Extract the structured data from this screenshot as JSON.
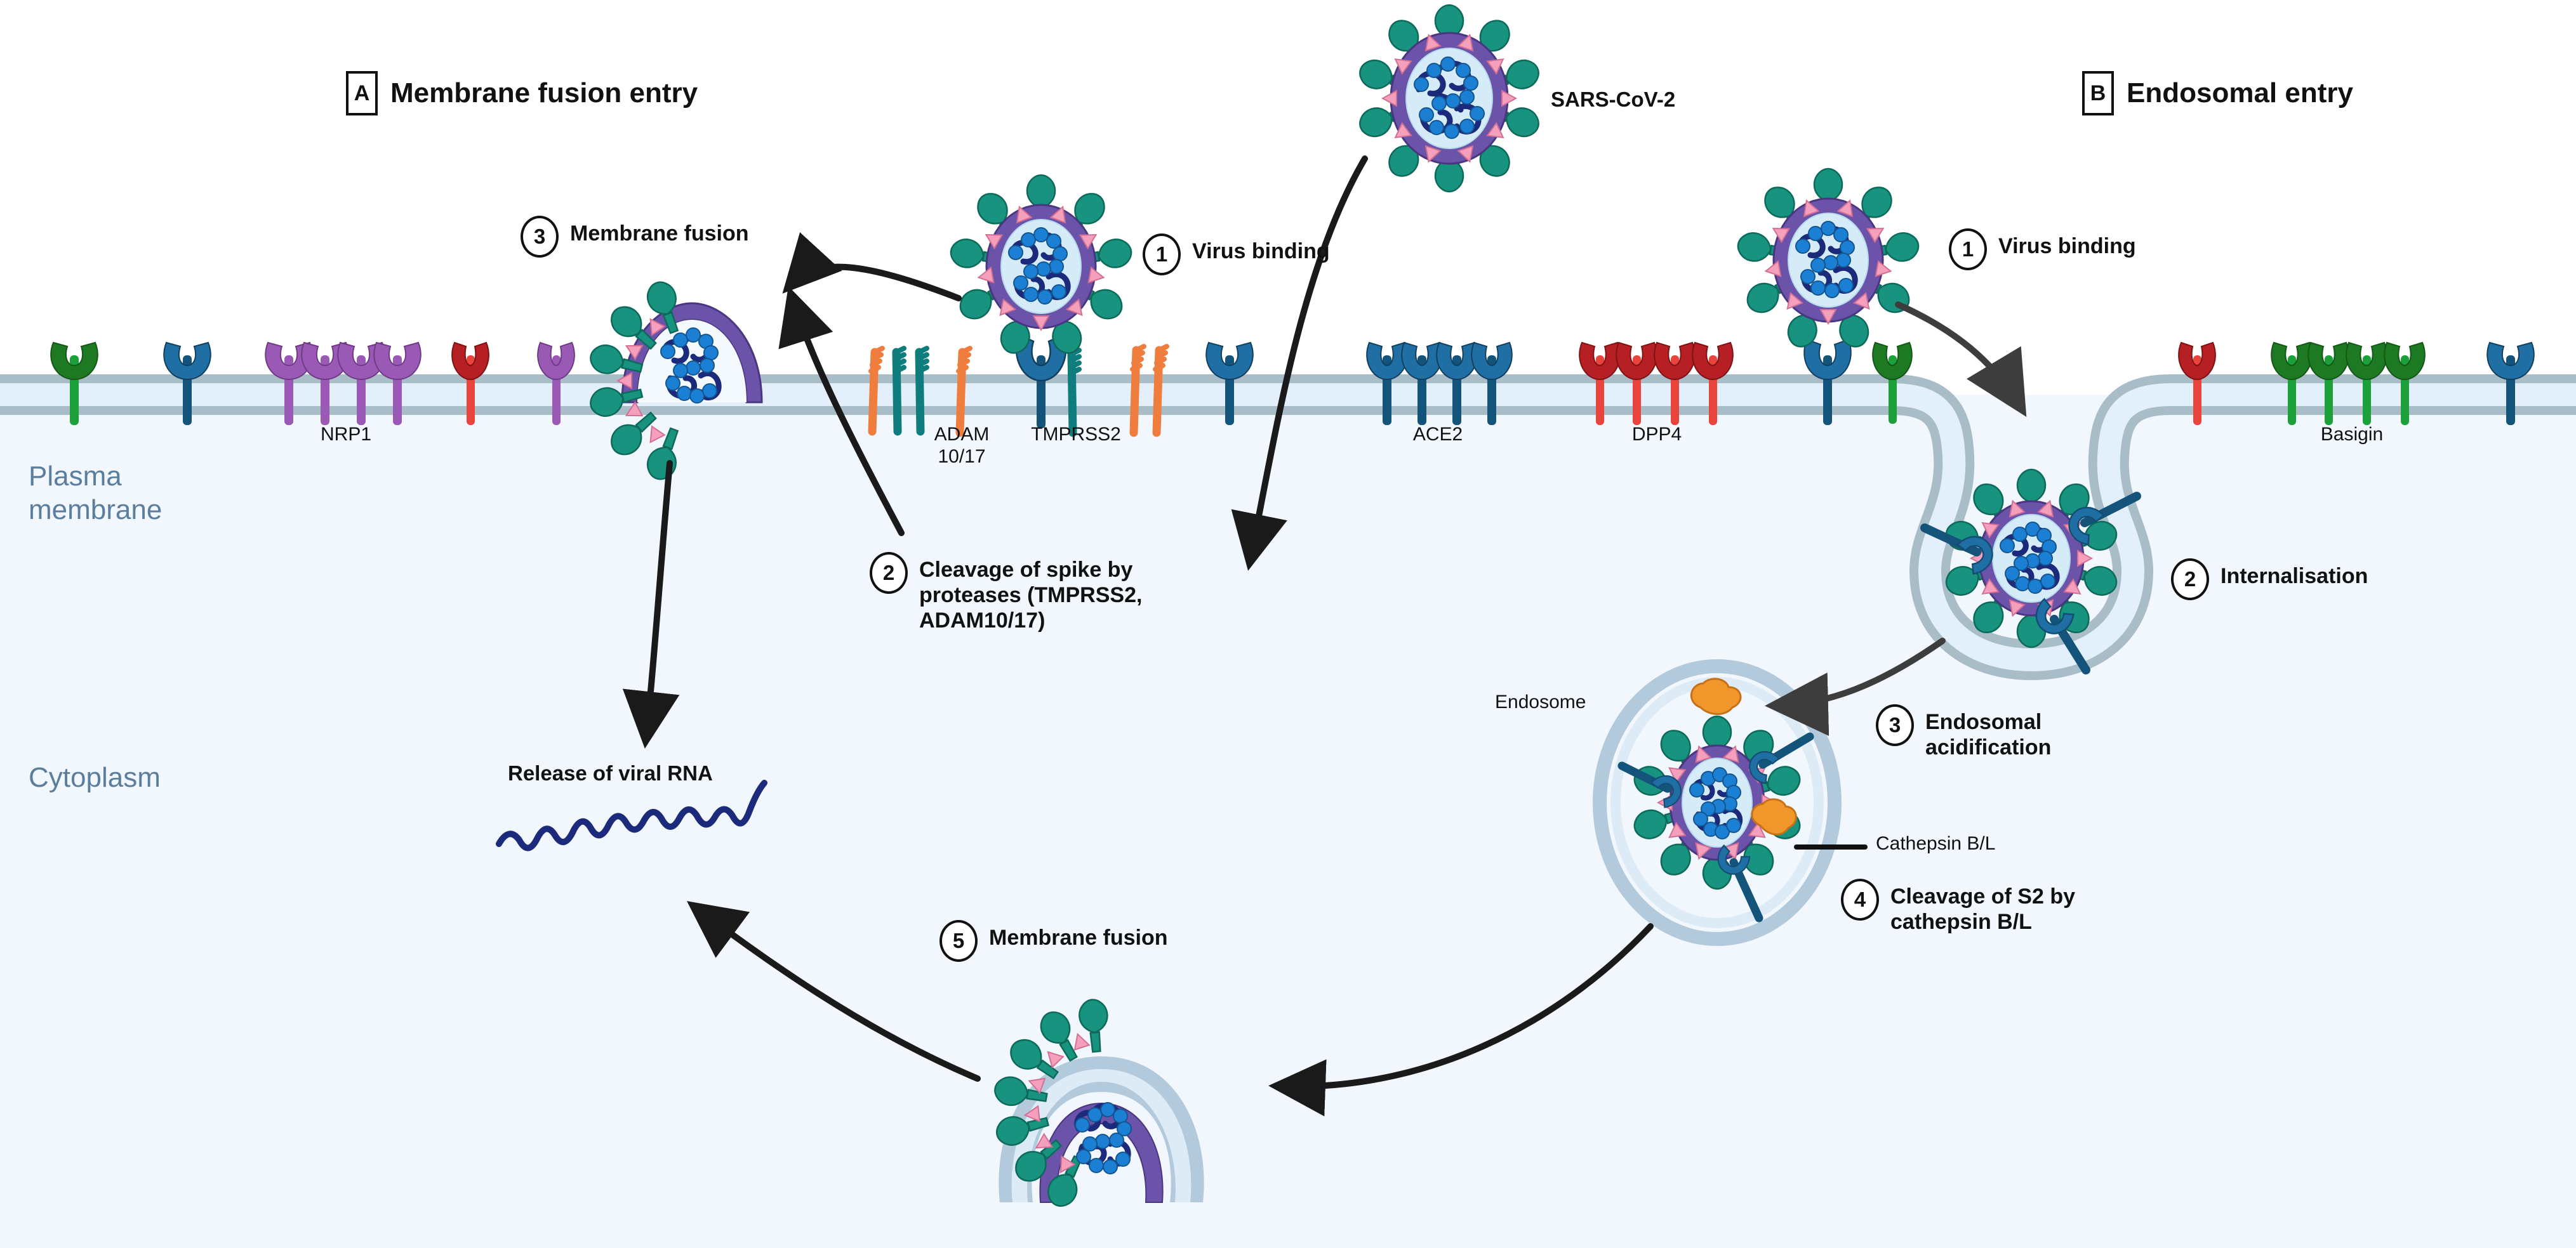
{
  "panels": [
    {
      "badge": "A",
      "title": "Membrane fusion entry"
    },
    {
      "badge": "B",
      "title": "Endosomal entry"
    }
  ],
  "virus_label": "SARS-CoV-2",
  "zones": {
    "plasma_membrane": "Plasma\nmembrane",
    "cytoplasm": "Cytoplasm"
  },
  "receptors": [
    {
      "name": "NRP1",
      "color": "#9b59b6"
    },
    {
      "name": "ADAM\n10/17",
      "color": "#ef7d3e"
    },
    {
      "name": "TMPRSS2",
      "color": "#0f7d7d"
    },
    {
      "name": "ACE2",
      "color": "#1f6fa5"
    },
    {
      "name": "DPP4",
      "color": "#b61f24"
    },
    {
      "name": "Basigin",
      "color": "#1ba03a"
    }
  ],
  "left_panel": {
    "steps": [
      {
        "num": "1",
        "text": "Virus binding"
      },
      {
        "num": "2",
        "text": "Cleavage of spike by\nproteases (TMPRSS2,\nADAM10/17)"
      },
      {
        "num": "3",
        "text": "Membrane fusion"
      },
      {
        "num": "5",
        "text": "Membrane fusion"
      }
    ],
    "release_label": "Release of viral RNA"
  },
  "right_panel": {
    "steps": [
      {
        "num": "1",
        "text": "Virus binding"
      },
      {
        "num": "2",
        "text": "Internalisation"
      },
      {
        "num": "3",
        "text": "Endosomal\nacidification"
      },
      {
        "num": "4",
        "text": "Cleavage of S2 by\ncathepsin B/L"
      }
    ],
    "endosome_label": "Endosome",
    "cathepsin_label": "Cathepsin B/L"
  },
  "colors": {
    "background": "#ffffff",
    "cytoplasm": "#f2f7fd",
    "membrane_band": "#a9bdc9",
    "membrane_core": "#e3effa",
    "spike_teal": "#17937f",
    "envelope_purple": "#6a53a8",
    "envelope_pink": "#f4a0bc",
    "capsid_fill": "#d5ecf8",
    "rna_navy": "#1b2a7a",
    "nucleo_blue": "#1b7fd4",
    "cathepsin_orange": "#f0962a",
    "ace2_blue": "#1f6fa5",
    "zone_text": "#5b7e9e",
    "arrow": "#1a1a1a"
  }
}
